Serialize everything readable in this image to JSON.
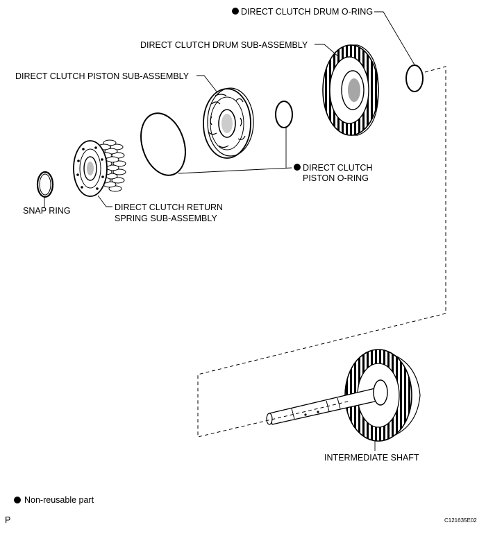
{
  "diagram": {
    "labels": {
      "drum_oring": "DIRECT CLUTCH DRUM O-RING",
      "drum_sub": "DIRECT CLUTCH DRUM SUB-ASSEMBLY",
      "piston_sub": "DIRECT CLUTCH PISTON SUB-ASSEMBLY",
      "piston_oring_1": "DIRECT CLUTCH",
      "piston_oring_2": "PISTON O-RING",
      "snap_ring": "SNAP RING",
      "return_spring_1": "DIRECT CLUTCH RETURN",
      "return_spring_2": "SPRING SUB-ASSEMBLY",
      "intermediate_shaft": "INTERMEDIATE SHAFT"
    },
    "legend": "Non-reusable part",
    "corner_left": "P",
    "figure_code": "C121635E02"
  },
  "colors": {
    "ink": "#000000",
    "background": "#ffffff"
  }
}
